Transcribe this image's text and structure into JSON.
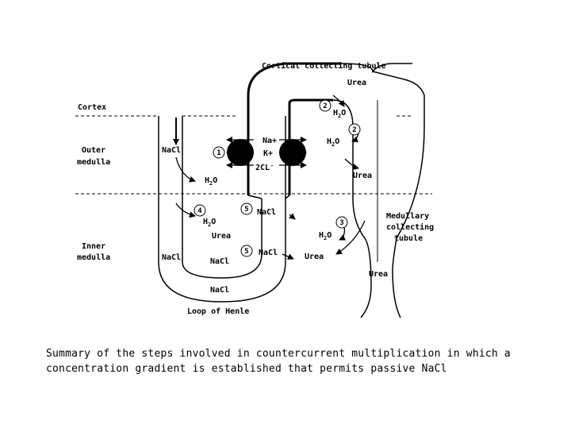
{
  "diagram": {
    "region_labels": {
      "cortex": "Cortex",
      "outer_medulla_1": "Outer",
      "outer_medulla_2": "medulla",
      "inner_medulla_1": "Inner",
      "inner_medulla_2": "medulla"
    },
    "structure_labels": {
      "cortical_collecting_tubule": "Cortical collecting tubule",
      "medullary_collecting_tubule_1": "Medullary",
      "medullary_collecting_tubule_2": "collecting",
      "medullary_collecting_tubule_3": "tubule",
      "loop_of_henle": "Loop of Henle"
    },
    "ions": {
      "na_plus": "Na+",
      "k_plus": "K+",
      "two_cl_minus": "2CL⁻"
    },
    "substances": {
      "nacl": "NaCl",
      "urea": "Urea",
      "h": "H",
      "o": "O",
      "sub_2": "2"
    },
    "step_numbers": [
      "1",
      "2",
      "2",
      "3",
      "4",
      "5",
      "5"
    ]
  },
  "caption": {
    "line1": "Summary of the steps involved in countercurrent multiplication in which a",
    "line2": "concentration gradient is established that permits passive NaCl"
  }
}
